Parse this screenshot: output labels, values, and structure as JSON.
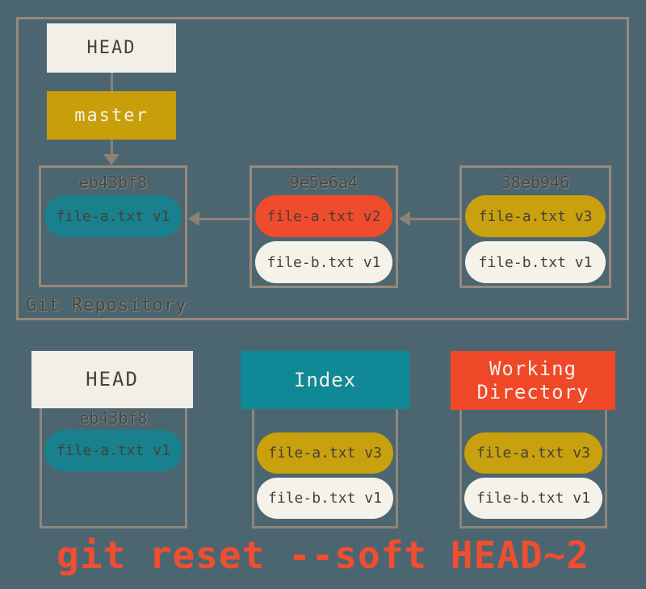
{
  "colors": {
    "bg": "#4c6671",
    "border-tan": "#97897a",
    "border-gray": "#8e867c",
    "arrow": "#8a8275",
    "cream": "#f1efe7",
    "cream-pill": "#f5f2e9",
    "gold": "#c89e0b",
    "gold-pill": "#c9a00e",
    "teal": "#0e8995",
    "teal-pill": "#19808d",
    "red": "#ef4829",
    "red-pill": "#ef4b2d",
    "dark-text": "#45413b",
    "light-text": "#f4f0e6",
    "hash-text": "#4a453d",
    "caption": "#f04e30"
  },
  "repository": {
    "label": "Git Repository",
    "head": "HEAD",
    "branch": "master",
    "commits": [
      {
        "hash": "eb43bf8",
        "files": [
          {
            "text": "file-a.txt v1",
            "color": "teal"
          }
        ]
      },
      {
        "hash": "9e5e6a4",
        "files": [
          {
            "text": "file-a.txt v2",
            "color": "red"
          },
          {
            "text": "file-b.txt v1",
            "color": "cream"
          }
        ]
      },
      {
        "hash": "38eb946",
        "files": [
          {
            "text": "file-a.txt v3",
            "color": "gold"
          },
          {
            "text": "file-b.txt v1",
            "color": "cream"
          }
        ]
      }
    ]
  },
  "areas": [
    {
      "title": "HEAD",
      "variant": "cream",
      "hash": "eb43bf8",
      "files": [
        {
          "text": "file-a.txt v1",
          "color": "teal"
        }
      ]
    },
    {
      "title": "Index",
      "variant": "teal",
      "files": [
        {
          "text": "file-a.txt v3",
          "color": "gold"
        },
        {
          "text": "file-b.txt v1",
          "color": "cream"
        }
      ]
    },
    {
      "title": "Working Directory",
      "variant": "red",
      "files": [
        {
          "text": "file-a.txt v3",
          "color": "gold"
        },
        {
          "text": "file-b.txt v1",
          "color": "cream"
        }
      ]
    }
  ],
  "caption": "git reset --soft HEAD~2"
}
